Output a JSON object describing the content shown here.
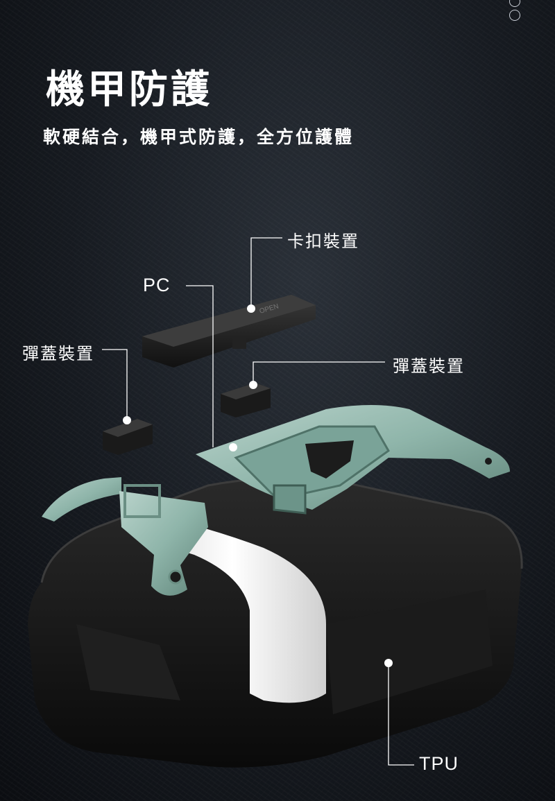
{
  "headline": {
    "title": "機甲防護",
    "subtitle": "軟硬結合，機甲式防護，全方位護體"
  },
  "callouts": {
    "clip": "卡扣裝置",
    "pc": "PC",
    "spring_left": "彈蓋裝置",
    "spring_right": "彈蓋裝置",
    "tpu": "TPU"
  },
  "decor": {
    "page_indicator_dots": 2
  },
  "colors": {
    "background": "#161a20",
    "pc_shell": "#8fb5aa",
    "tpu_body": "#141414",
    "white_band": "#f0f0f0",
    "text": "#ffffff"
  }
}
